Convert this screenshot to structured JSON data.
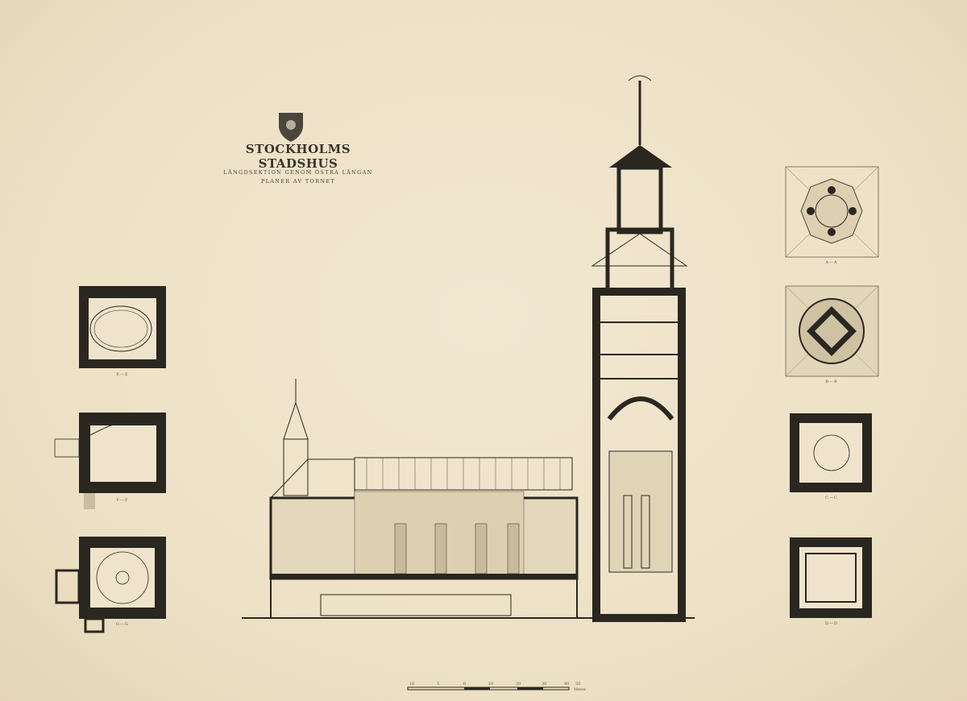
{
  "sheet": {
    "title": "STOCKHOLMS STADSHUS",
    "subtitle_lines": [
      "LÄNGDSEKTION GENOM ÖSTRA LÄNGAN",
      "PLANER AV TORNET"
    ],
    "emblem": "stockholm-coat-of-arms-shield"
  },
  "plans_left": [
    {
      "label": "E—E"
    },
    {
      "label": "F—F"
    },
    {
      "label": "G—G"
    }
  ],
  "plans_right": [
    {
      "label": "A—A"
    },
    {
      "label": "B—B"
    },
    {
      "label": "C—C"
    },
    {
      "label": "D—D"
    }
  ],
  "scale_bar": {
    "ticks": [
      "10",
      "5",
      "0",
      "10",
      "20",
      "30",
      "40",
      "50"
    ],
    "unit": "Meter"
  },
  "colors": {
    "paper": "#efe4cb",
    "ink": "#2a2620"
  }
}
